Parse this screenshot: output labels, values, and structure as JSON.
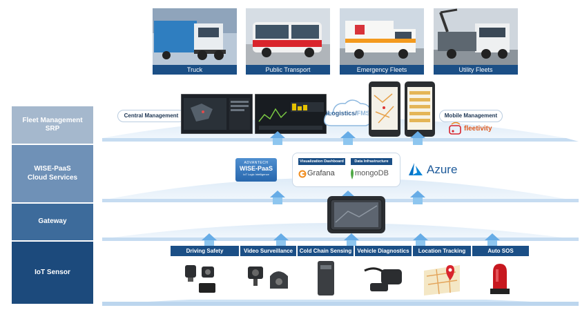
{
  "layers": [
    {
      "label": "Fleet Management\nSRP",
      "color": "#a5b8cd"
    },
    {
      "label": "WISE-PaaS\nCloud Services",
      "color": "#6f91b7"
    },
    {
      "label": "Gateway",
      "color": "#3d6b9b"
    },
    {
      "label": "IoT Sensor",
      "color": "#1c4a7c"
    }
  ],
  "vehicles": [
    {
      "label": "Truck"
    },
    {
      "label": "Public Transport"
    },
    {
      "label": "Emergency Fleets"
    },
    {
      "label": "Utility Fleets"
    }
  ],
  "srp": {
    "central_label": "Central Management",
    "mobile_label": "Mobile Management",
    "cloud_text_a": "iLogistics/",
    "cloud_text_b": "FMS",
    "fleetivity": "fleetivity"
  },
  "cloud_services": {
    "advantech": "ADVANTECH",
    "wise_paas": "WISE-PaaS",
    "wise_tag": "IoT Logic Intelligence",
    "viz_label": "Visualization Dashboard",
    "data_label": "Data Infrastructure",
    "grafana": "Grafana",
    "mongodb": "mongoDB",
    "azure": "Azure"
  },
  "sensors": [
    {
      "label": "Driving Safety"
    },
    {
      "label": "Video Surveillance"
    },
    {
      "label": "Cold Chain Sensing"
    },
    {
      "label": "Vehicle Diagnostics"
    },
    {
      "label": "Location Tracking"
    },
    {
      "label": "Auto SOS"
    }
  ],
  "colors": {
    "accent_dark": "#1b4f86",
    "band_light": "#dbe9f6",
    "arrow": "#67ace6",
    "orange": "#f08c1d",
    "azure": "#0072c6"
  }
}
